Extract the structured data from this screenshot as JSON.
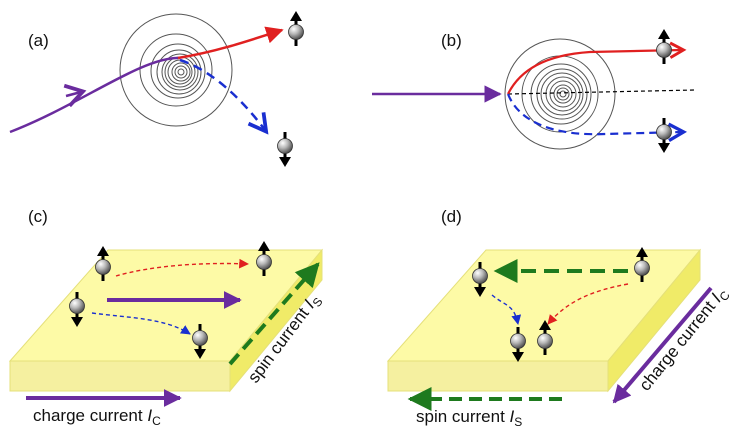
{
  "panels": {
    "a": {
      "label": "(a)"
    },
    "b": {
      "label": "(b)"
    },
    "c": {
      "label": "(c)",
      "charge_current": {
        "text": "charge current ",
        "symbol": "I",
        "subscript": "C"
      },
      "spin_current": {
        "text": "spin current ",
        "symbol": "I",
        "subscript": "S"
      }
    },
    "d": {
      "label": "(d)",
      "charge_current": {
        "text": "charge current ",
        "symbol": "I",
        "subscript": "C"
      },
      "spin_current": {
        "text": "spin current ",
        "symbol": "I",
        "subscript": "S"
      }
    }
  },
  "colors": {
    "incident": "#6a2c9e",
    "spin_up_path": "#e02020",
    "spin_down_path": "#1a2fd0",
    "charge_arrow": "#6a2c9e",
    "spin_current_arrow": "#1e7a1e",
    "slab_top": "#fdfaa6",
    "slab_side": "#f0eb68",
    "contour": "#555555"
  },
  "icons": [
    "electron-sphere-icon",
    "spin-up-arrow-icon",
    "spin-down-arrow-icon"
  ]
}
